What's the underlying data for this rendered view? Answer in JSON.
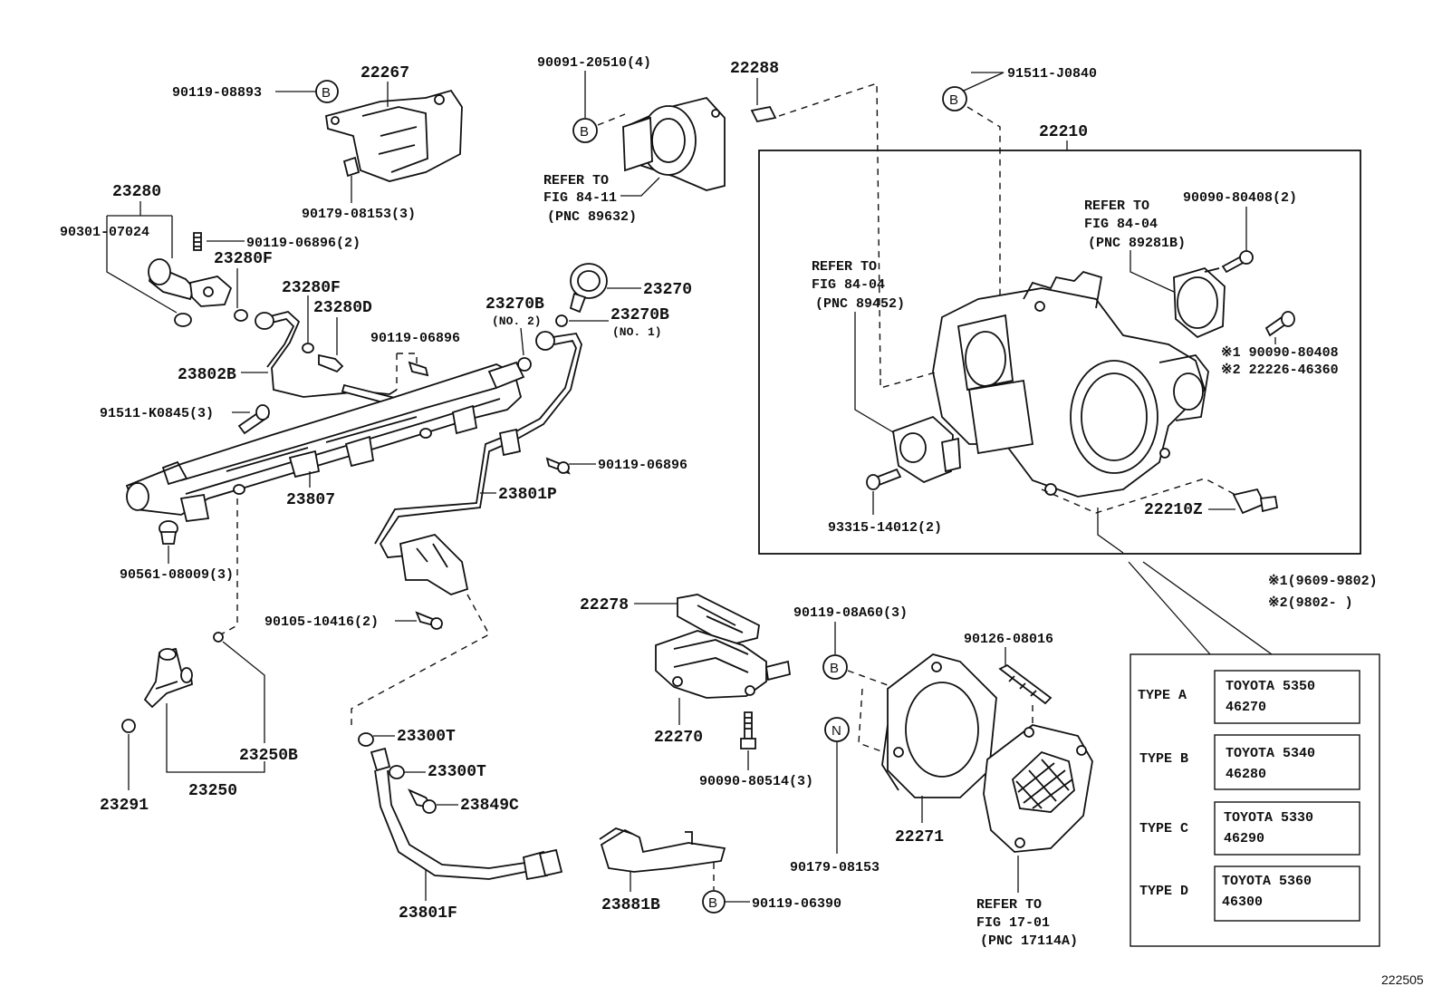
{
  "labels": {
    "l22267": "22267",
    "l90119_08893": "90119-08893",
    "l90179_08153_3": "90179-08153(3)",
    "l23280": "23280",
    "l90301_07024": "90301-07024",
    "l90119_06896_2": "90119-06896(2)",
    "l23280F_a": "23280F",
    "l23280F_b": "23280F",
    "l23280D": "23280D",
    "l23802B": "23802B",
    "l91511_K0845_3": "91511-K0845(3)",
    "l90119_06896_a": "90119-06896",
    "l23807": "23807",
    "l90561_08009_3": "90561-08009(3)",
    "l23291": "23291",
    "l23250": "23250",
    "l23250B": "23250B",
    "l90091_20510_4": "90091-20510(4)",
    "l_refer_84_11_a": "REFER TO",
    "l_refer_84_11_b": "FIG 84-11",
    "l_refer_84_11_c": "(PNC 89632)",
    "l22288": "22288",
    "l23270": "23270",
    "l23270B_no2": "23270B",
    "l_no2": "(NO. 2)",
    "l23270B_no1": "23270B",
    "l_no1": "(NO. 1)",
    "l90119_06896_b": "90119-06896",
    "l23801P": "23801P",
    "l90105_10416_2": "90105-10416(2)",
    "l23300T_a": "23300T",
    "l23300T_b": "23300T",
    "l23849C": "23849C",
    "l23801F": "23801F",
    "l22278": "22278",
    "l22270": "22270",
    "l90090_80514_3": "90090-80514(3)",
    "l23881B": "23881B",
    "l90119_06390": "90119-06390",
    "l91511_J0840": "91511-J0840",
    "l22210": "22210",
    "l_refer_84_04a_a": "REFER TO",
    "l_refer_84_04a_b": "FIG 84-04",
    "l_refer_84_04a_c": "(PNC 89281B)",
    "l90090_80408_2": "90090-80408(2)",
    "l_refer_84_04b_a": "REFER TO",
    "l_refer_84_04b_b": "FIG 84-04",
    "l_refer_84_04b_c": "(PNC 89452)",
    "l_star1_part": "※1 90090-80408",
    "l_star2_part": "※2 22226-46360",
    "l93315_14012_2": "93315-14012(2)",
    "l22210Z": "22210Z",
    "l_note1": "※1(9609-9802)",
    "l_note2": "※2(9802-      )",
    "l90119_08A60_3": "90119-08A60(3)",
    "l90126_08016": "90126-08016",
    "l22271": "22271",
    "l90179_08153": "90179-08153",
    "l_refer_17_01_a": "REFER TO",
    "l_refer_17_01_b": "FIG 17-01",
    "l_refer_17_01_c": "(PNC 17114A)",
    "l_corner": "222505"
  },
  "circles": {
    "b": "B",
    "n": "N"
  },
  "type_table": [
    {
      "type": "TYPE A",
      "line1": "TOYOTA 5350",
      "line2": "46270"
    },
    {
      "type": "TYPE B",
      "line1": "TOYOTA 5340",
      "line2": "46280"
    },
    {
      "type": "TYPE C",
      "line1": "TOYOTA 5330",
      "line2": "46290"
    },
    {
      "type": "TYPE D",
      "line1": "TOYOTA 5360",
      "line2": "46300"
    }
  ]
}
